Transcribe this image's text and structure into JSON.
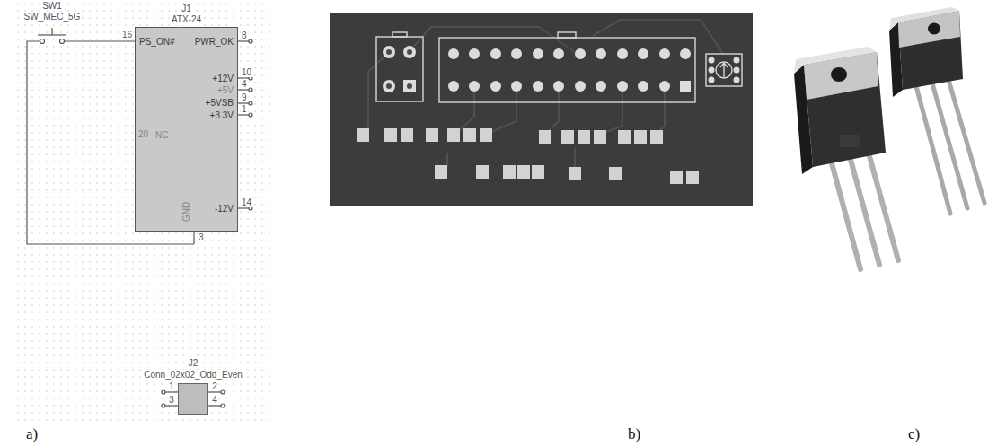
{
  "diagram": {
    "nodes": [
      {
        "text": [
          "J1",
          "ATX-24",
          "PS_ON#",
          "PWR_OK",
          "+12V",
          "+5V",
          "+5VSB",
          "+3.3V",
          "NC",
          "GND",
          "-12V"
        ]
      },
      {
        "text": [
          "J2",
          "Conn_02x02_Odd_Even"
        ]
      }
    ],
    "labels": [
      "SW1",
      "SW_MEC_5G",
      "16",
      "8",
      "10",
      "4",
      "9",
      "1",
      "20",
      "14",
      "3",
      "1",
      "2",
      "3",
      "4",
      "a)",
      "b)",
      "c)"
    ]
  }
}
